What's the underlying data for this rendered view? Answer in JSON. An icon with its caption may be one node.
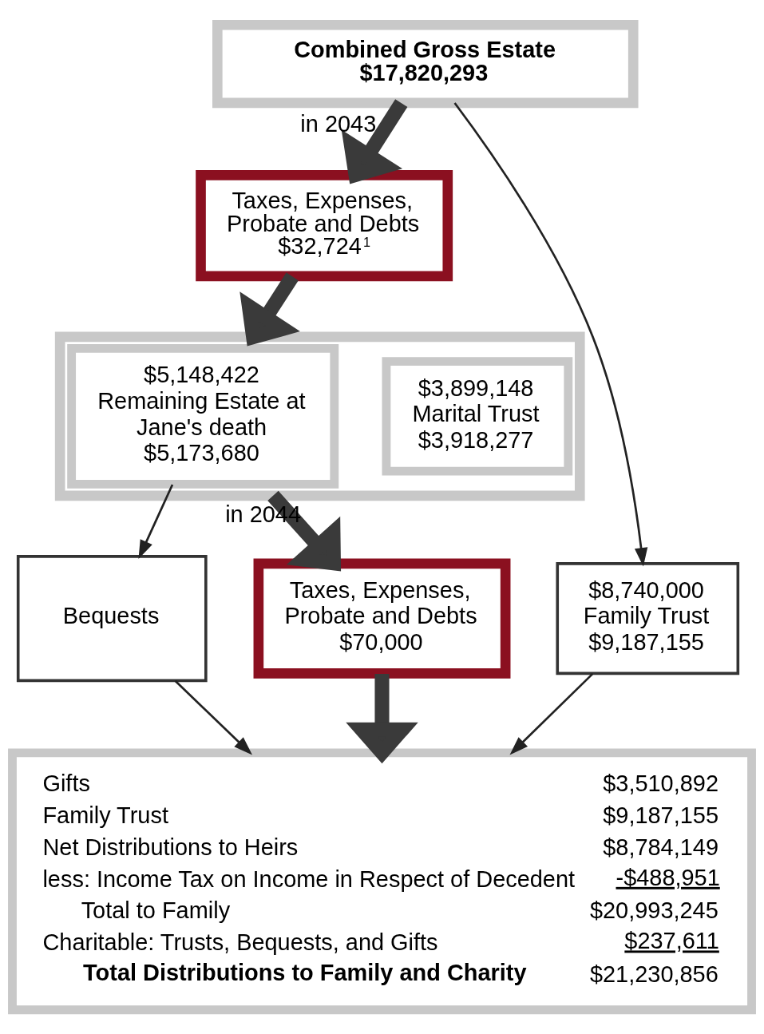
{
  "diagram": {
    "nodes": [
      {
        "text": [
          "Combined Gross Estate",
          "$17,820,293"
        ]
      },
      {
        "text": [
          "Taxes, Expenses, Probate and Debts $32,724$^{1}$"
        ]
      },
      {
        "text": [],
        "shape": "box"
      },
      {
        "text": [
          "$5,148,422",
          "Remaining Estate at Jane's death",
          "$5,173,680"
        ],
        "in": 2
      },
      {
        "text": [
          "$3,899,148",
          "Marital Trust",
          "$3,918,277"
        ],
        "in": 2
      },
      {
        "text": [
          "$8,740,000",
          "Family Trust",
          "$9,187,155"
        ]
      },
      {
        "text": [
          "Bequests"
        ]
      },
      {
        "text": [
          "Taxes, Expenses, Probate and Debts $70,000"
        ]
      },
      {
        "text": [
          "Gifts",
          "$3,510,892",
          "Family Trust",
          "$9,187,155",
          "Net Distributions to Heirs",
          "$8,784,149",
          "less: Income Tax on Income in Respect of Decedent",
          "-$488,951",
          "Total to Family",
          "$20,993,245",
          "Charitable: Trusts, Bequests, and Gifts",
          "$237,611",
          "Total Distributions to Family and Charity",
          "$21,230,856"
        ]
      }
    ],
    "edges": [
      {
        "from": 0,
        "to": 1,
        "arrow": "to",
        "label": "in 2043",
        "style": "thick"
      },
      {
        "from": 0,
        "to": 5,
        "arrow": "to"
      },
      {
        "from": 1,
        "to": 2,
        "arrow": "to",
        "style": "thick"
      },
      {
        "from": 3,
        "to": 6,
        "arrow": "to"
      },
      {
        "from": 2,
        "to": 7,
        "arrow": "to",
        "label": "in 2044",
        "style": "thick"
      },
      {
        "from": 6,
        "to": 8,
        "arrow": "to"
      },
      {
        "from": 7,
        "to": 8,
        "arrow": "to",
        "style": "thick"
      },
      {
        "from": 5,
        "to": 8,
        "arrow": "to"
      }
    ]
  }
}
